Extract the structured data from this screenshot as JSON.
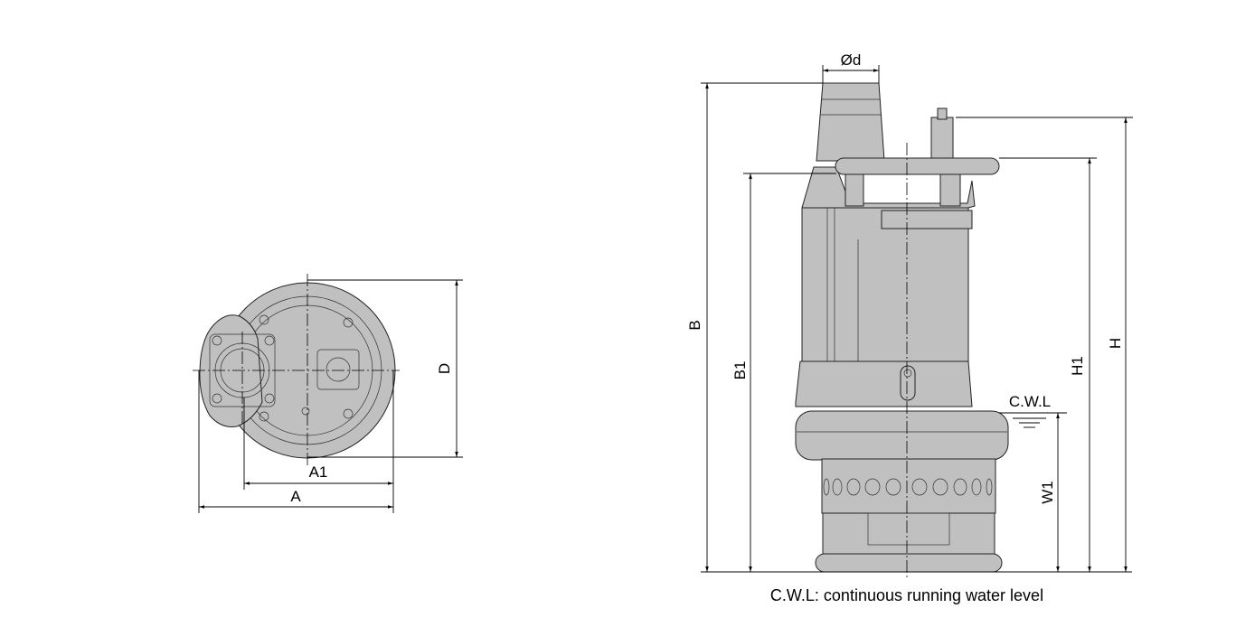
{
  "top_view": {
    "labels": {
      "A": "A",
      "A1": "A1",
      "D": "D"
    }
  },
  "side_view": {
    "labels": {
      "B": "B",
      "B1": "B1",
      "H": "H",
      "H1": "H1",
      "W1": "W1",
      "diameter": "Ød",
      "cwl": "C.W.L"
    }
  },
  "caption": "C.W.L: continuous running water level",
  "colors": {
    "body": "#c0c0c0",
    "line": "#000000"
  }
}
